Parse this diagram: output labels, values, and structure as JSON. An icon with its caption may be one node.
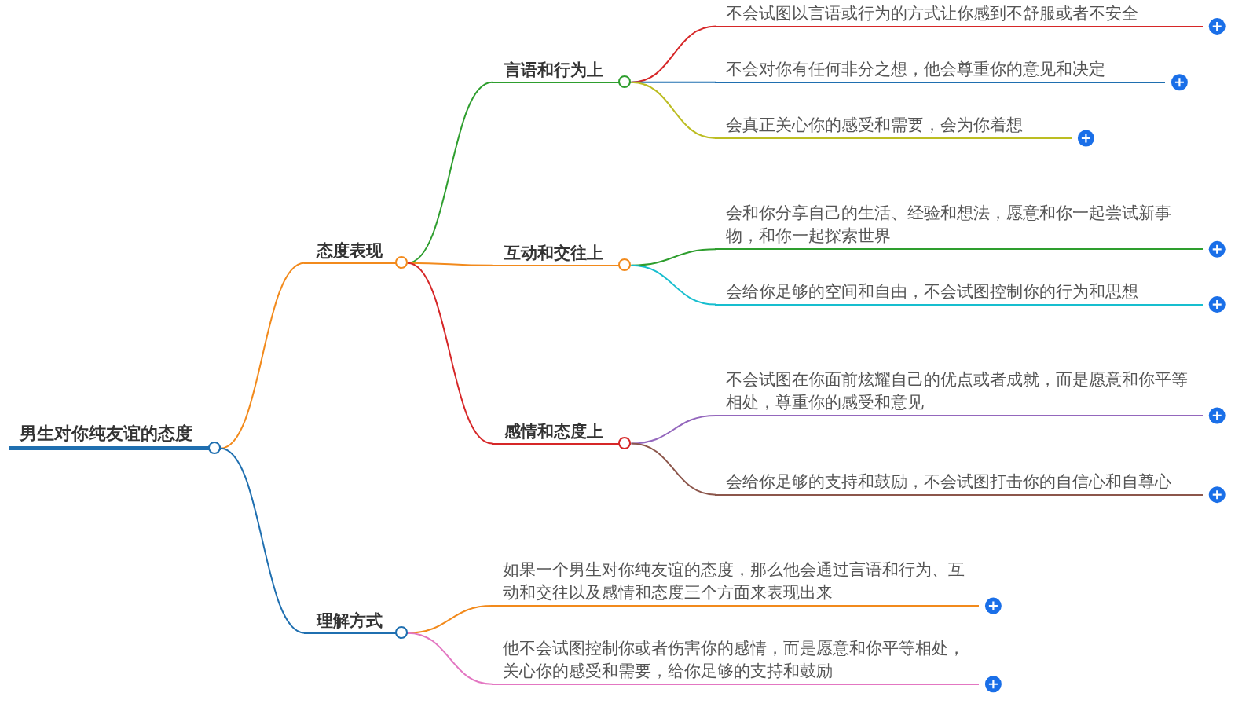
{
  "diagram": {
    "nodes": [
      {
        "text": [
          "男生对你纯友谊的态度"
        ]
      },
      {
        "text": [
          "态度表现"
        ]
      },
      {
        "text": [
          "言语和行为上"
        ]
      },
      {
        "text": [
          "不会试图以言语或行为的方式让你感到不舒服或者不安全"
        ]
      },
      {
        "text": [
          "不会对你有任何非分之想，他会尊重你的意见和决定"
        ]
      },
      {
        "text": [
          "会真正关心你的感受和需要，会为你着想"
        ]
      },
      {
        "text": [
          "互动和交往上"
        ]
      },
      {
        "text": [
          "会和你分享自己的生活、经验和想法，愿意和你一起尝试新事物，和你一起探索世界"
        ]
      },
      {
        "text": [
          "会给你足够的空间和自由，不会试图控制你的行为和思想"
        ]
      },
      {
        "text": [
          "感情和态度上"
        ]
      },
      {
        "text": [
          "不会试图在你面前炫耀自己的优点或者成就，而是愿意和你平等相处，尊重你的感受和意见"
        ]
      },
      {
        "text": [
          "会给你足够的支持和鼓励，不会试图打击你的自信心和自尊心"
        ]
      },
      {
        "text": [
          "理解方式"
        ]
      },
      {
        "text": [
          "如果一个男生对你纯友谊的态度，那么他会通过言语和行为、互动和交往以及感情和态度三个方面来表现出来"
        ]
      },
      {
        "text": [
          "他不会试图控制你或者伤害你的感情，而是愿意和你平等相处，关心你的感受和需要，给你足够的支持和鼓励"
        ]
      }
    ],
    "edges": [
      {
        "from": 0,
        "to": 1,
        "arrow": "none",
        "color": "#f28a1c"
      },
      {
        "from": 1,
        "to": 2,
        "arrow": "none",
        "color": "#2e9e2e"
      },
      {
        "from": 2,
        "to": 3,
        "arrow": "none",
        "color": "#d62728"
      },
      {
        "from": 2,
        "to": 4,
        "arrow": "none",
        "color": "#1f6fb0"
      },
      {
        "from": 2,
        "to": 5,
        "arrow": "none",
        "color": "#bcbd22"
      },
      {
        "from": 1,
        "to": 6,
        "arrow": "none",
        "color": "#f28a1c"
      },
      {
        "from": 6,
        "to": 7,
        "arrow": "none",
        "color": "#2e9e2e"
      },
      {
        "from": 6,
        "to": 8,
        "arrow": "none",
        "color": "#17becf"
      },
      {
        "from": 1,
        "to": 9,
        "arrow": "none",
        "color": "#d62728"
      },
      {
        "from": 9,
        "to": 10,
        "arrow": "none",
        "color": "#9467bd"
      },
      {
        "from": 9,
        "to": 11,
        "arrow": "none",
        "color": "#8c564b"
      },
      {
        "from": 0,
        "to": 12,
        "arrow": "none",
        "color": "#1f6fb0"
      },
      {
        "from": 12,
        "to": 13,
        "arrow": "none",
        "color": "#f28a1c"
      },
      {
        "from": 12,
        "to": 14,
        "arrow": "none",
        "color": "#e377c2"
      }
    ]
  }
}
